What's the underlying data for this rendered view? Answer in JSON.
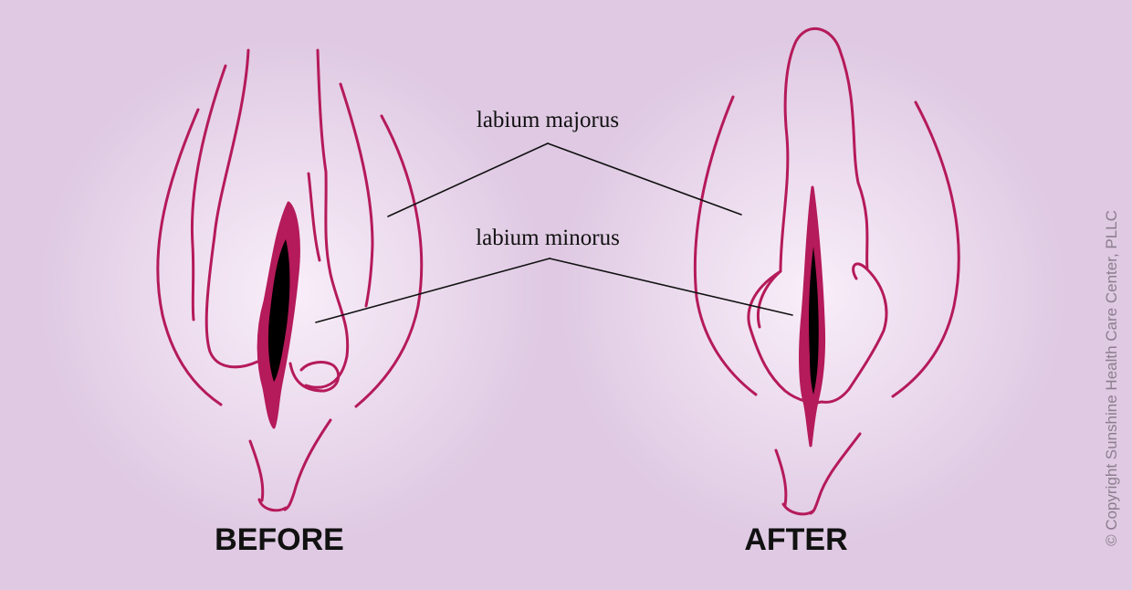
{
  "labels": {
    "majorus": "labium majorus",
    "minorus": "labium minorus"
  },
  "captions": {
    "before": "BEFORE",
    "after": "AFTER"
  },
  "copyright": "© Copyright Sunshine Health Care Center, PLLC",
  "colors": {
    "background": "#dfc9e3",
    "outline": "#b51a5a",
    "fill": "#b51a5a",
    "opening": "#000000",
    "leader": "#111111"
  }
}
